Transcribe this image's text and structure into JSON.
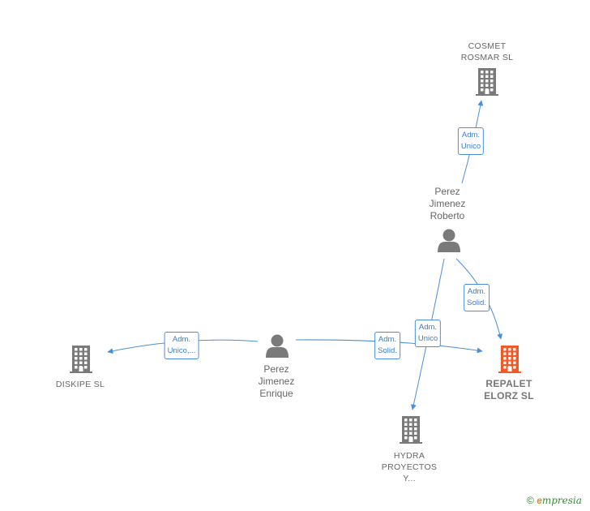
{
  "nodes": [
    {
      "id": "cosmet",
      "type": "company",
      "label": "COSMET\nROSMAR  SL",
      "color": "#7a7a7a",
      "highlight": false
    },
    {
      "id": "roberto",
      "type": "person",
      "label": "Perez\nJimenez\nRoberto",
      "color": "#7a7a7a"
    },
    {
      "id": "enrique",
      "type": "person",
      "label": "Perez\nJimenez\nEnrique",
      "color": "#7a7a7a"
    },
    {
      "id": "diskipe",
      "type": "company",
      "label": "DISKIPE  SL",
      "color": "#7a7a7a",
      "highlight": false
    },
    {
      "id": "repalet",
      "type": "company",
      "label": "REPALET\nELORZ  SL",
      "color": "#f05a28",
      "highlight": true
    },
    {
      "id": "hydra",
      "type": "company",
      "label": "HYDRA\nPROYECTOS\nY...",
      "color": "#7a7a7a",
      "highlight": false
    }
  ],
  "edges": [
    {
      "from": "roberto",
      "to": "cosmet",
      "label": "Adm.\nUnico"
    },
    {
      "from": "roberto",
      "to": "repalet",
      "label": "Adm.\nSolid."
    },
    {
      "from": "roberto",
      "to": "hydra",
      "label": "Adm.\nUnico"
    },
    {
      "from": "enrique",
      "to": "repalet",
      "label": "Adm.\nSolid."
    },
    {
      "from": "enrique",
      "to": "diskipe",
      "label": "Adm.\nUnico,..."
    }
  ],
  "colors": {
    "edge": "#4a8fd8",
    "edge_label_text": "#3b7dc9"
  },
  "watermark": {
    "copyright": "©",
    "brand_e": "e",
    "brand_rest": "mpresia"
  }
}
